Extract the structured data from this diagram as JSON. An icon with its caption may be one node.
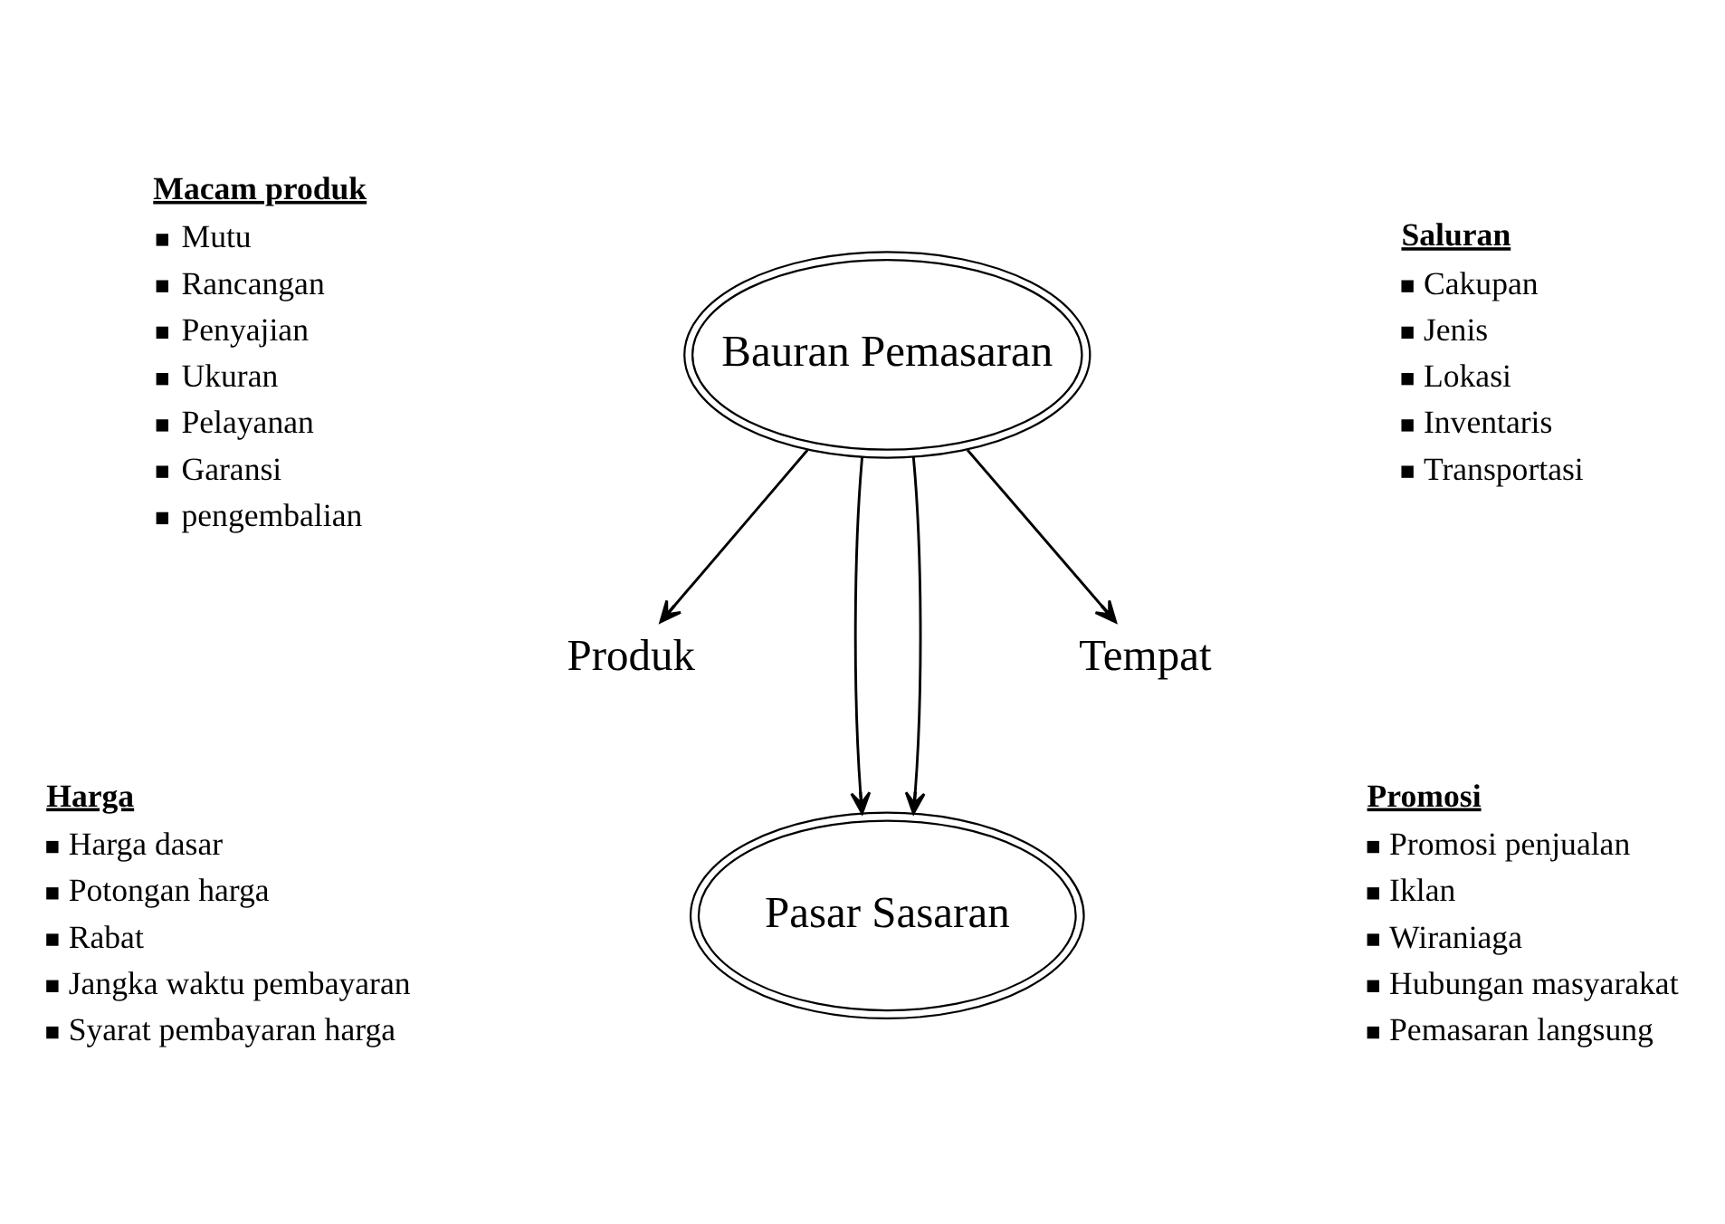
{
  "diagram": {
    "nodes": [
      {
        "text": [
          "Bauran Pemasaran"
        ]
      },
      {
        "text": [
          "Pasar Sasaran"
        ]
      },
      {
        "text": [
          "Produk"
        ]
      },
      {
        "text": [
          "Tempat"
        ]
      }
    ],
    "edges": [
      {
        "from": 0,
        "to": 2,
        "arrow": "to"
      },
      {
        "from": 0,
        "to": 1,
        "arrow": "to"
      },
      {
        "from": 0,
        "to": 1,
        "arrow": "to"
      },
      {
        "from": 0,
        "to": 3,
        "arrow": "to"
      }
    ],
    "labels": [
      "Macam produk",
      "Mutu",
      "Rancangan",
      "Penyajian",
      "Ukuran",
      "Pelayanan",
      "Garansi",
      "pengembalian",
      "Saluran",
      "Cakupan",
      "Jenis",
      "Lokasi",
      "Inventaris",
      "Transportasi",
      "Harga",
      "Harga dasar",
      "Potongan harga",
      "Rabat",
      "Jangka waktu pembayaran",
      "Syarat pembayaran harga",
      "Promosi",
      "Promosi penjualan",
      "Iklan",
      "Wiraniaga",
      "Hubungan masyarakat",
      "Pemasaran langsung"
    ]
  }
}
